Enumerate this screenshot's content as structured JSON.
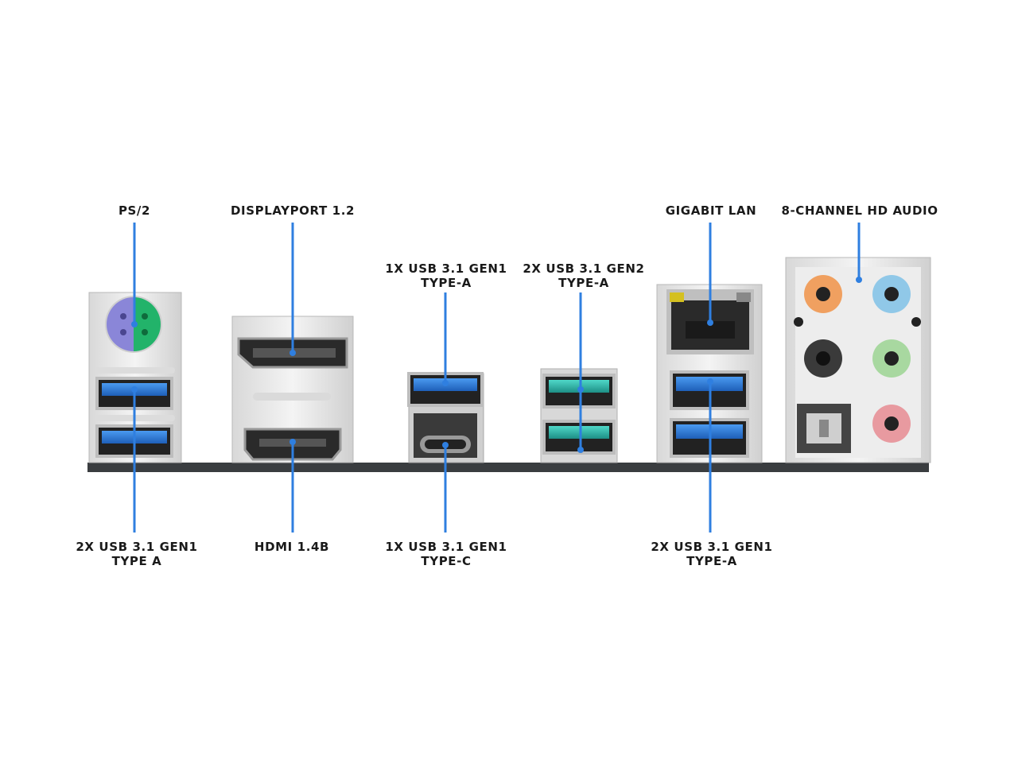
{
  "labels": {
    "ps2": "PS/2",
    "displayport": "DISPLAYPORT 1.2",
    "usb_typea_single": [
      "1X USB 3.1 GEN1",
      "TYPE-A"
    ],
    "usb_gen2": [
      "2X USB 3.1 GEN2",
      "TYPE-A"
    ],
    "gigabit_lan": "GIGABIT LAN",
    "audio": "8-CHANNEL HD AUDIO",
    "usb_left": [
      "2X USB 3.1 GEN1",
      "TYPE A"
    ],
    "hdmi": "HDMI 1.4B",
    "usb_typec": [
      "1X USB 3.1 GEN1",
      "TYPE-C"
    ],
    "usb_lan": [
      "2X USB 3.1 GEN1",
      "TYPE-A"
    ]
  },
  "colors": {
    "leader_line": "#2f7fe0",
    "usb_gen1_blue": "#2e78d0",
    "usb_gen2_teal": "#2fb8a8",
    "ps2_purple": "#8a86d8",
    "ps2_green": "#22b36a",
    "audio_orange": "#f0a060",
    "audio_blue": "#90c8e8",
    "audio_black": "#3a3a3a",
    "audio_green": "#a8d8a0",
    "audio_pink": "#e89aa0",
    "io_shield": "#e8e8e8",
    "pcb": "#3a3d40"
  }
}
